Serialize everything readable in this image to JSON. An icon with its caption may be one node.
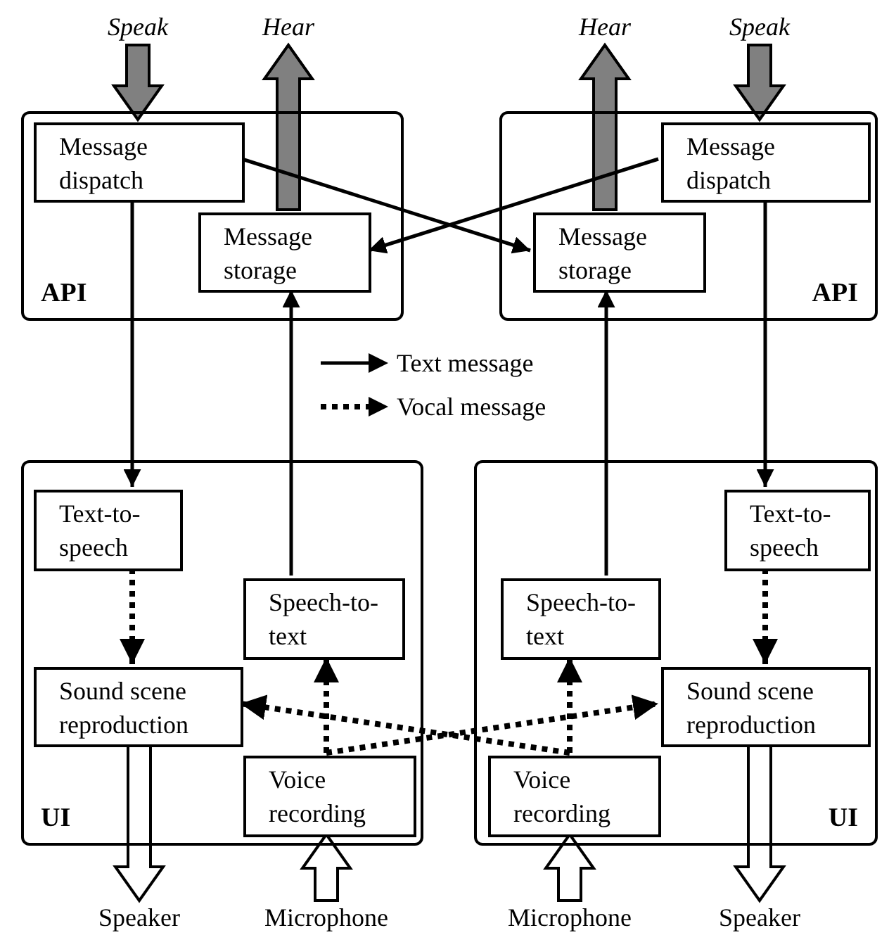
{
  "diagram": {
    "nodes": [
      {
        "text": [
          "API"
        ]
      },
      {
        "text": [
          "Message dispatch"
        ],
        "in": 0
      },
      {
        "text": [
          "Message storage"
        ],
        "in": 0
      },
      {
        "text": [
          "API"
        ]
      },
      {
        "text": [
          "Message dispatch"
        ],
        "in": 3
      },
      {
        "text": [
          "Message storage"
        ],
        "in": 3
      },
      {
        "text": [
          "UI"
        ]
      },
      {
        "text": [
          "Text-to-speech"
        ],
        "in": 6
      },
      {
        "text": [
          "Speech-to-text"
        ],
        "in": 6
      },
      {
        "text": [
          "Sound scene reproduction"
        ],
        "in": 6
      },
      {
        "text": [
          "Voice recording"
        ],
        "in": 6
      },
      {
        "text": [
          "UI"
        ]
      },
      {
        "text": [
          "Text-to-speech"
        ],
        "in": 11
      },
      {
        "text": [
          "Speech-to-text"
        ],
        "in": 11
      },
      {
        "text": [
          "Sound scene reproduction"
        ],
        "in": 11
      },
      {
        "text": [
          "Voice recording"
        ],
        "in": 11
      },
      {
        "text": [
          "Speak"
        ]
      },
      {
        "text": [
          "Hear"
        ]
      },
      {
        "text": [
          "Hear"
        ]
      },
      {
        "text": [
          "Speak"
        ]
      },
      {
        "text": [
          "Speaker"
        ]
      },
      {
        "text": [
          "Microphone"
        ]
      },
      {
        "text": [
          "Microphone"
        ]
      },
      {
        "text": [
          "Speaker"
        ]
      }
    ],
    "edges": [
      {
        "from": 16,
        "to": 1,
        "arrow": "to",
        "style": "thick",
        "color": "#808080"
      },
      {
        "from": 2,
        "to": 17,
        "arrow": "to",
        "style": "thick",
        "color": "#808080"
      },
      {
        "from": 5,
        "to": 18,
        "arrow": "to",
        "style": "thick",
        "color": "#808080"
      },
      {
        "from": 19,
        "to": 4,
        "arrow": "to",
        "style": "thick",
        "color": "#808080"
      },
      {
        "from": 1,
        "to": 5,
        "arrow": "to"
      },
      {
        "from": 4,
        "to": 2,
        "arrow": "to"
      },
      {
        "from": 1,
        "to": 7,
        "arrow": "to"
      },
      {
        "from": 8,
        "to": 2,
        "arrow": "to"
      },
      {
        "from": 13,
        "to": 5,
        "arrow": "to"
      },
      {
        "from": 4,
        "to": 12,
        "arrow": "to"
      },
      {
        "from": 7,
        "to": 9,
        "arrow": "to",
        "style": "dashed"
      },
      {
        "from": 10,
        "to": 8,
        "arrow": "to",
        "style": "dashed"
      },
      {
        "from": 10,
        "to": 14,
        "arrow": "to",
        "style": "dashed"
      },
      {
        "from": 15,
        "to": 13,
        "arrow": "to",
        "style": "dashed"
      },
      {
        "from": 15,
        "to": 9,
        "arrow": "to",
        "style": "dashed"
      },
      {
        "from": 12,
        "to": 14,
        "arrow": "to",
        "style": "dashed"
      },
      {
        "from": 9,
        "to": 20,
        "arrow": "to",
        "style": "thick"
      },
      {
        "from": 21,
        "to": 10,
        "arrow": "to",
        "style": "thick"
      },
      {
        "from": 22,
        "to": 15,
        "arrow": "to",
        "style": "thick"
      },
      {
        "from": 14,
        "to": 23,
        "arrow": "to",
        "style": "thick"
      }
    ],
    "legend": [
      {
        "text": "Text message"
      },
      {
        "text": "Vocal message"
      }
    ]
  }
}
